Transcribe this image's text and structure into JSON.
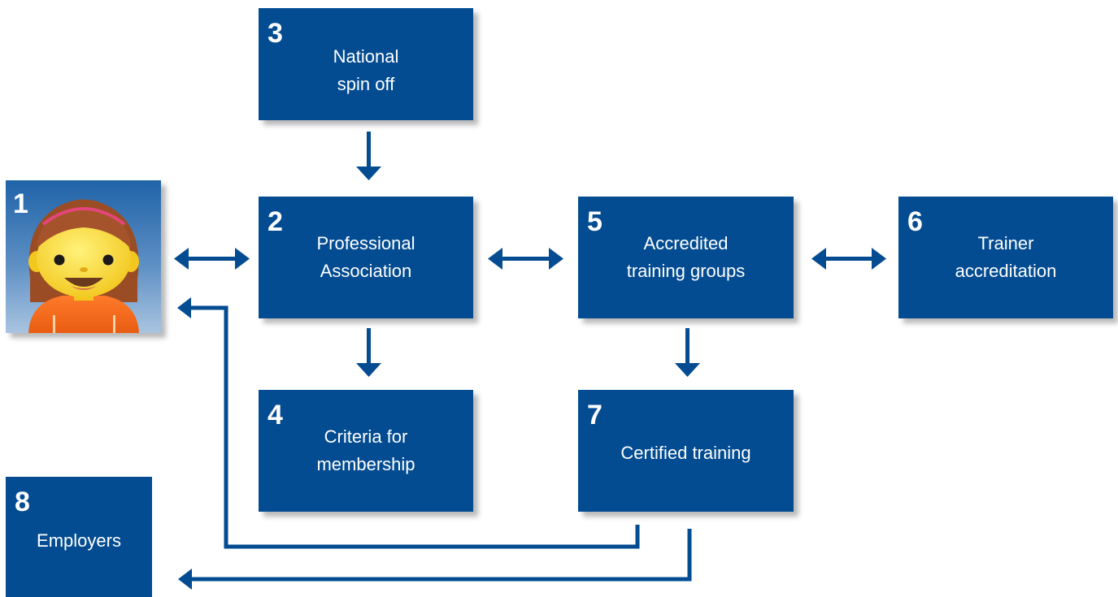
{
  "colors": {
    "box_fill": "#034c91",
    "arrow": "#034c91",
    "text": "#ffffff",
    "background": "#ffffff"
  },
  "person": {
    "number": "1",
    "icon": "girl-avatar-icon"
  },
  "boxes": {
    "national_spin_off": {
      "number": "3",
      "line1": "National",
      "line2": "spin off"
    },
    "professional_association": {
      "number": "2",
      "line1": "Professional",
      "line2": "Association"
    },
    "accredited_training_groups": {
      "number": "5",
      "line1": "Accredited",
      "line2": "training groups"
    },
    "trainer_accreditation": {
      "number": "6",
      "line1": "Trainer",
      "line2": "accreditation"
    },
    "criteria_for_membership": {
      "number": "4",
      "line1": "Criteria for",
      "line2": "membership"
    },
    "certified_training": {
      "number": "7",
      "line1": "Certified training"
    },
    "employers": {
      "number": "8",
      "line1": "Employers"
    }
  }
}
